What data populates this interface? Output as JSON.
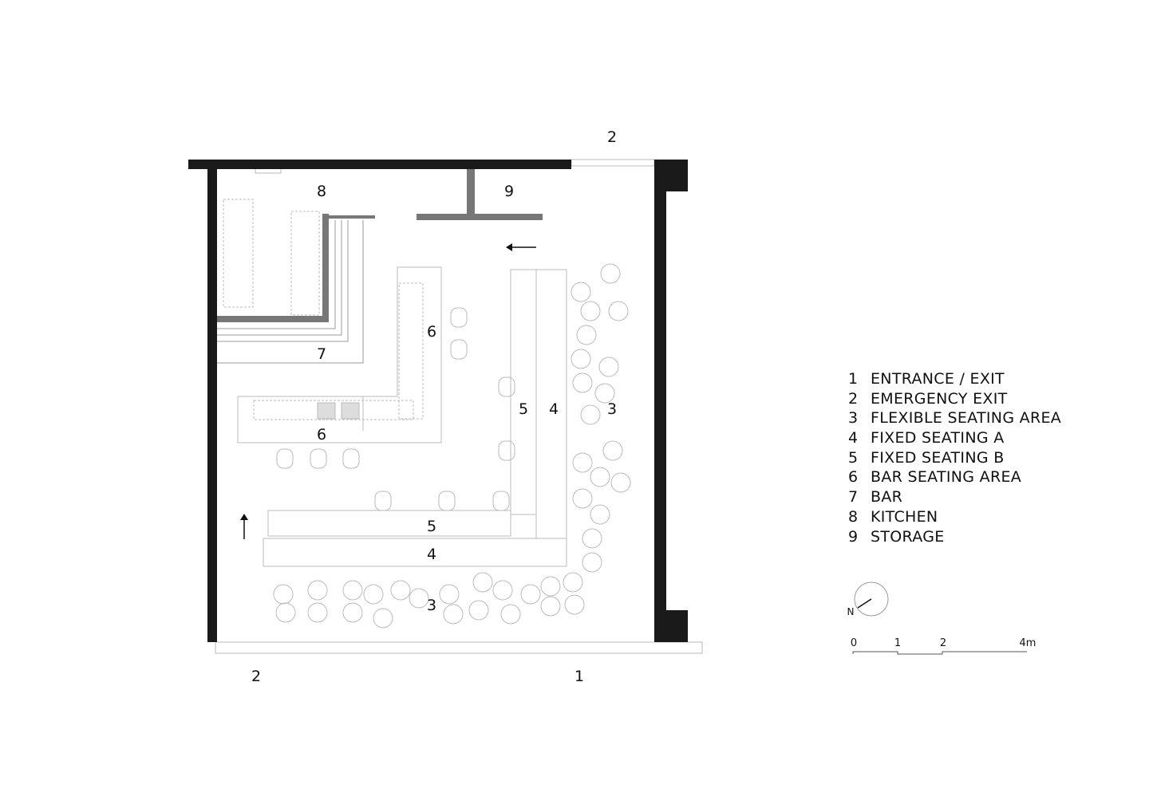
{
  "plan_labels": {
    "entrance": "1",
    "emergency_exit_top": "2",
    "emergency_exit_bottom": "2",
    "flexible_seating_right": "3",
    "flexible_seating_bottom": "3",
    "fixed_a_vertical": "4",
    "fixed_a_horizontal": "4",
    "fixed_b_vertical": "5",
    "fixed_b_horizontal": "5",
    "bar_seating_upper": "6",
    "bar_seating_lower": "6",
    "bar": "7",
    "kitchen": "8",
    "storage": "9"
  },
  "legend": [
    {
      "num": "1",
      "label": "ENTRANCE / EXIT"
    },
    {
      "num": "2",
      "label": "EMERGENCY EXIT"
    },
    {
      "num": "3",
      "label": "FLEXIBLE SEATING AREA"
    },
    {
      "num": "4",
      "label": "FIXED SEATING A"
    },
    {
      "num": "5",
      "label": "FIXED SEATING B"
    },
    {
      "num": "6",
      "label": "BAR SEATING AREA"
    },
    {
      "num": "7",
      "label": "BAR"
    },
    {
      "num": "8",
      "label": "KITCHEN"
    },
    {
      "num": "9",
      "label": "STORAGE"
    }
  ],
  "north_arrow": {
    "label": "N"
  },
  "scale_bar": {
    "ticks": [
      "0",
      "1",
      "2",
      "4m"
    ]
  },
  "colors": {
    "wall": "#1a1a1a",
    "partition": "#777777",
    "furniture": "#bbbbbb"
  }
}
